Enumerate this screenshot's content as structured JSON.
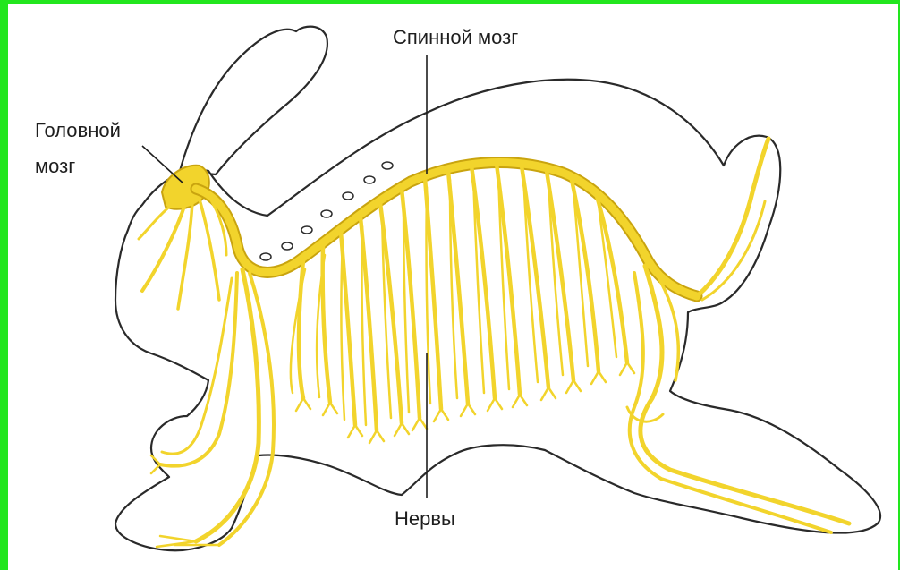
{
  "diagram": {
    "labels": {
      "brain_line1": "Головной",
      "brain_line2": "мозг",
      "spinal_cord": "Спинной мозг",
      "nerves": "Нервы"
    },
    "colors": {
      "frame": "#22e61e",
      "nerve": "#f2d42c",
      "nerve_dark": "#c9a40f",
      "outline": "#2a2a2a",
      "background": "#ffffff"
    }
  }
}
